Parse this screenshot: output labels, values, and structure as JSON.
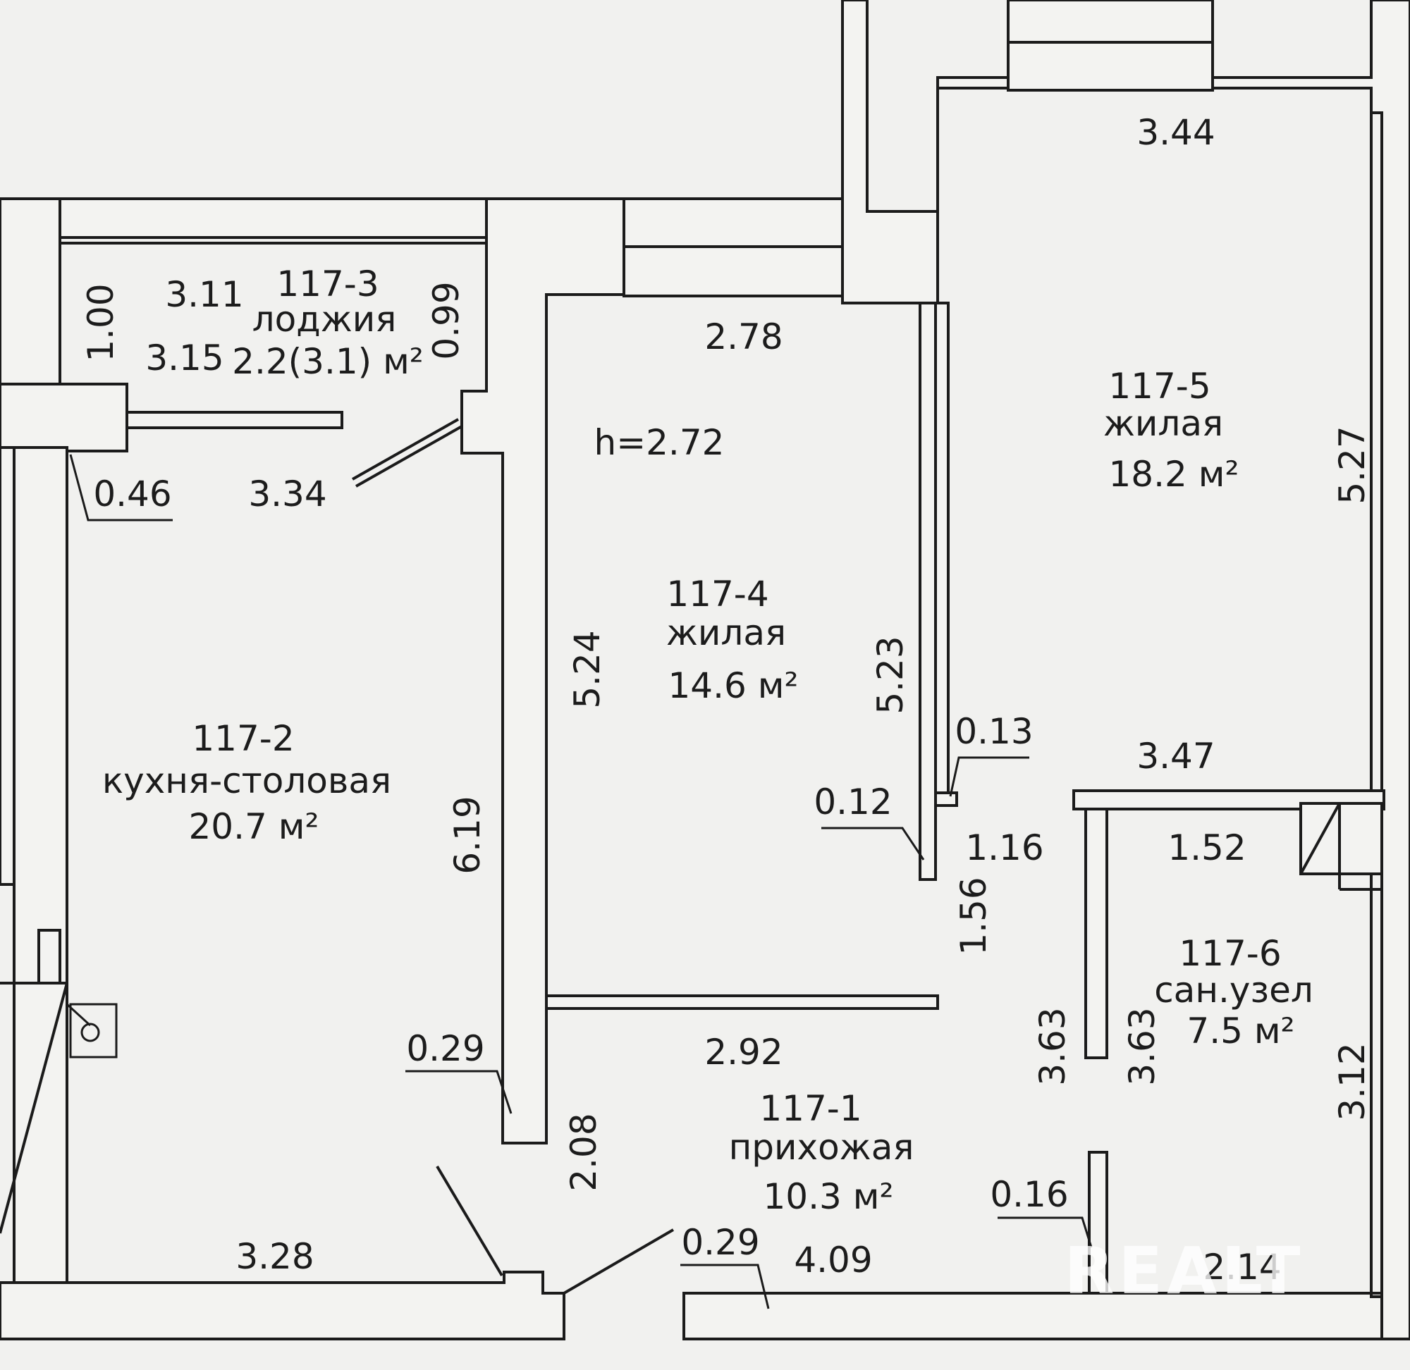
{
  "rooms": {
    "loggia": {
      "number": "117-3",
      "type": "лоджия",
      "area": "2.2(3.1) м²"
    },
    "kitchen": {
      "number": "117-2",
      "type": "кухня-столовая",
      "area": "20.7 м²"
    },
    "room4": {
      "number": "117-4",
      "type": "жилая",
      "area": "14.6 м²"
    },
    "room5": {
      "number": "117-5",
      "type": "жилая",
      "area": "18.2 м²"
    },
    "bathroom": {
      "number": "117-6",
      "type": "сан.узел",
      "area": "7.5  м²"
    },
    "hallway": {
      "number": "117-1",
      "type": "прихожая",
      "area": "10.3 м²"
    }
  },
  "height": "h=2.72",
  "dimensions": {
    "d_3_11": "3.11",
    "d_3_15": "3.15",
    "d_1_00": "1.00",
    "d_0_99": "0.99",
    "d_0_46": "0.46",
    "d_3_34": "3.34",
    "d_2_78": "2.78",
    "d_3_44": "3.44",
    "d_5_27": "5.27",
    "d_5_24": "5.24",
    "d_5_23": "5.23",
    "d_0_13": "0.13",
    "d_0_12": "0.12",
    "d_3_47": "3.47",
    "d_1_16": "1.16",
    "d_1_52": "1.52",
    "d_1_56": "1.56",
    "d_6_19": "6.19",
    "d_3_63_a": "3.63",
    "d_3_63_b": "3.63",
    "d_3_12": "3.12",
    "d_0_29_a": "0.29",
    "d_2_92": "2.92",
    "d_2_08": "2.08",
    "d_0_16": "0.16",
    "d_3_28": "3.28",
    "d_0_29_b": "0.29",
    "d_4_09": "4.09",
    "d_2_14": "2.14"
  },
  "watermark": "REALT"
}
